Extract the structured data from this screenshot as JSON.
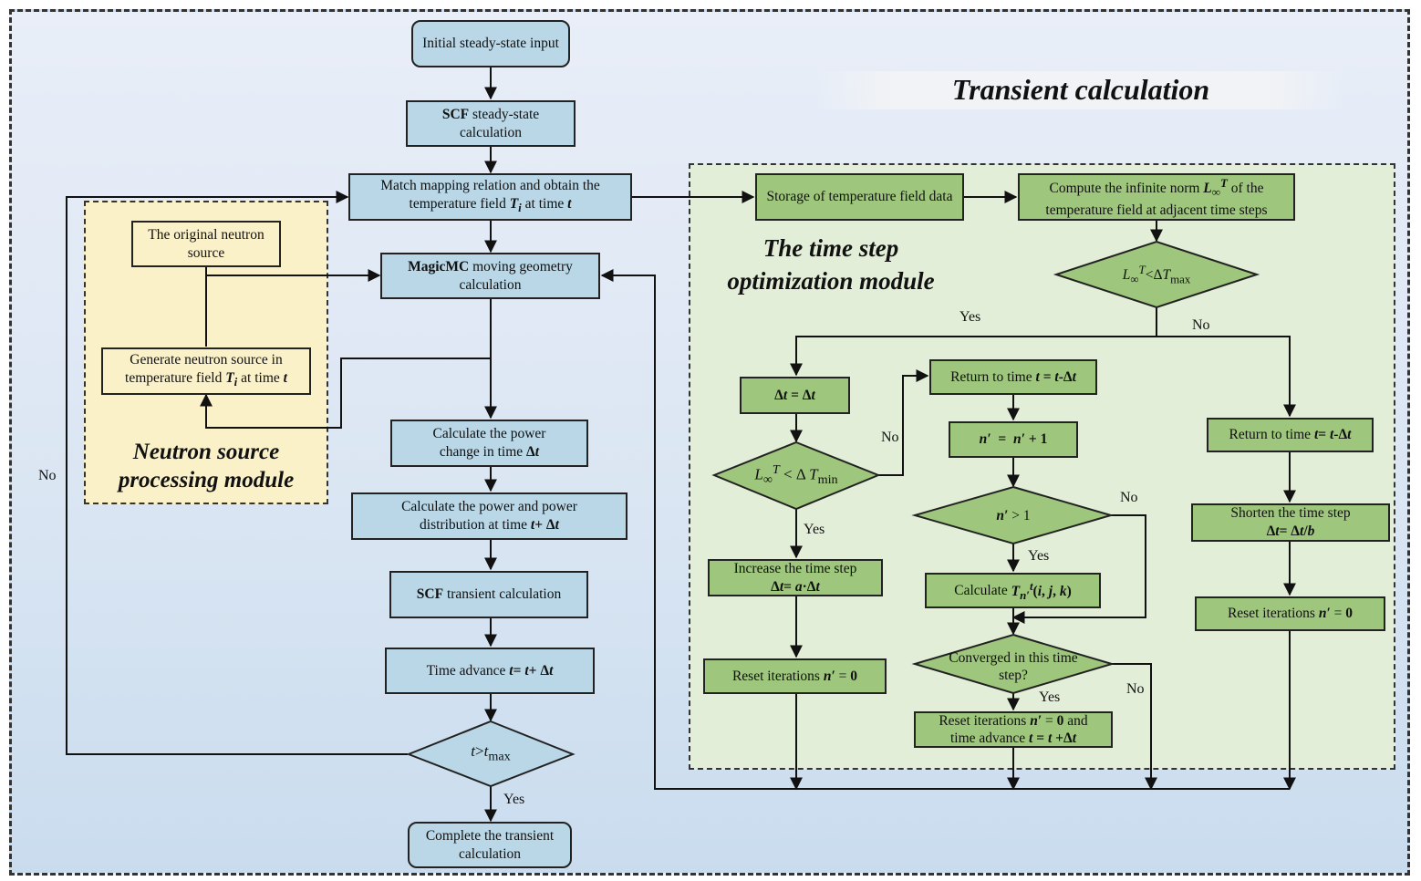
{
  "title": "Transient calculation",
  "modules": {
    "neutron": "Neutron source processing module",
    "time_step": "The time step optimization module"
  },
  "nodes": {
    "initial": "Initial steady-state input",
    "scf_steady": "SCF steady-state calculation",
    "match": "Match mapping relation and obtain the temperature field Ti at time t",
    "original_source": "The original neutron source",
    "generate_source": "Generate neutron source in temperature field Ti at time t",
    "magicmc": "MagicMC moving geometry calculation",
    "calc_power_change": "Calculate the power change in time Δt",
    "calc_power_dist": "Calculate the power and power distribution at time t+ Δt",
    "scf_transient": "SCF transient calculation",
    "time_advance": "Time advance t= t+ Δt",
    "check_tmax": "t>tmax",
    "complete": "Complete the transient calculation",
    "storage": "Storage of temperature field data",
    "compute_norm": "Compute the infinite norm L∞T of the temperature field at adjacent time steps",
    "check_dtmax": "L∞T<ΔTmax",
    "dt_eq": "Δt = Δt",
    "check_dtmin": "L∞T < Δ Tmin",
    "increase_step": "Increase the time step Δt= a·Δt",
    "reset_left": "Reset iterations n′ = 0",
    "return_mid": "Return to time t = t-Δt",
    "n_inc": "n′ = n′ + 1",
    "check_n": "n′ > 1",
    "calc_T": "Calculate Tn′t(i, j, k)",
    "converged": "Converged in this time step?",
    "reset_advance": "Reset iterations n′ = 0 and time advance t = t +Δt",
    "return_right": "Return to time t= t-Δt",
    "shorten": "Shorten the time step Δt= Δt/b",
    "reset_right": "Reset iterations n′ = 0"
  },
  "edge_labels": {
    "yes": "Yes",
    "no": "No"
  },
  "colors": {
    "blue_box": "#b9d7e6",
    "green_box": "#9ec67c",
    "yellow_box": "#fbf1c9",
    "green_region": "#e2eed8"
  }
}
